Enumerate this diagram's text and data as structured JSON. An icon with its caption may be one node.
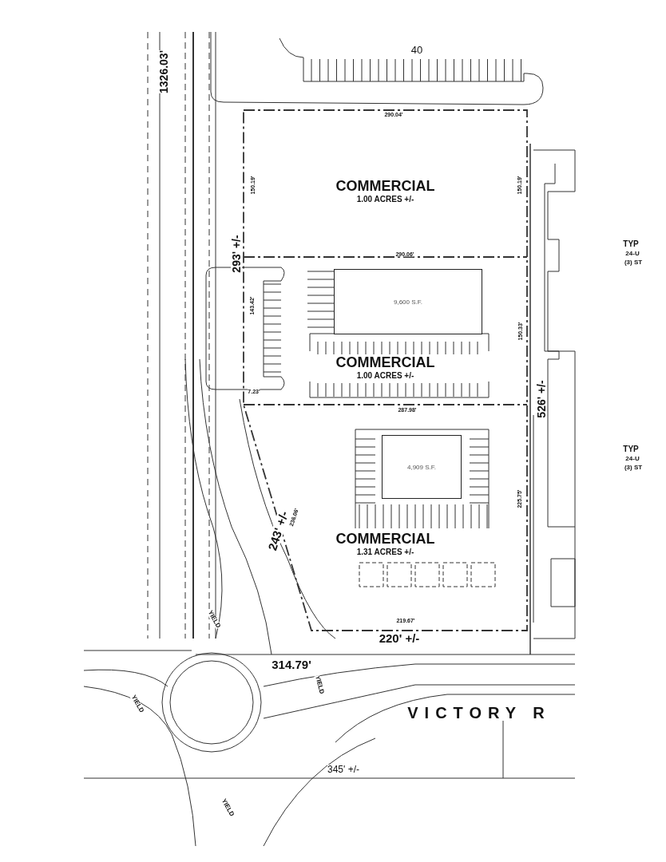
{
  "diagram": {
    "nodes": [
      {
        "text": [
          "COMMERCIAL",
          "1.00 ACRES +/-"
        ]
      },
      {
        "text": [
          "COMMERCIAL",
          "1.00 ACRES +/-"
        ]
      },
      {
        "text": [
          "9,600 S.F."
        ],
        "in": 1
      },
      {
        "text": [
          "COMMERCIAL",
          "1.31 ACRES +/-"
        ]
      },
      {
        "text": [
          "4,909 S.F."
        ],
        "in": 3
      }
    ],
    "labels": [
      "40",
      "1326.03'",
      "290.04'",
      "150.19'",
      "150.19'",
      "TYP",
      "24-U",
      "(3) ST",
      "293' +/-",
      "290.06'",
      "143.42'",
      "150.33'",
      "7.23'",
      "287.98'",
      "526' +/-",
      "TYP",
      "24-U",
      "(3) ST",
      "243' +/-",
      "236.06'",
      "225.75'",
      "219.67'",
      "YIELD",
      "220' +/-",
      "314.79'",
      "YIELD",
      "YIELD",
      "VICTORY R",
      "345' +/-",
      "YIELD"
    ]
  }
}
